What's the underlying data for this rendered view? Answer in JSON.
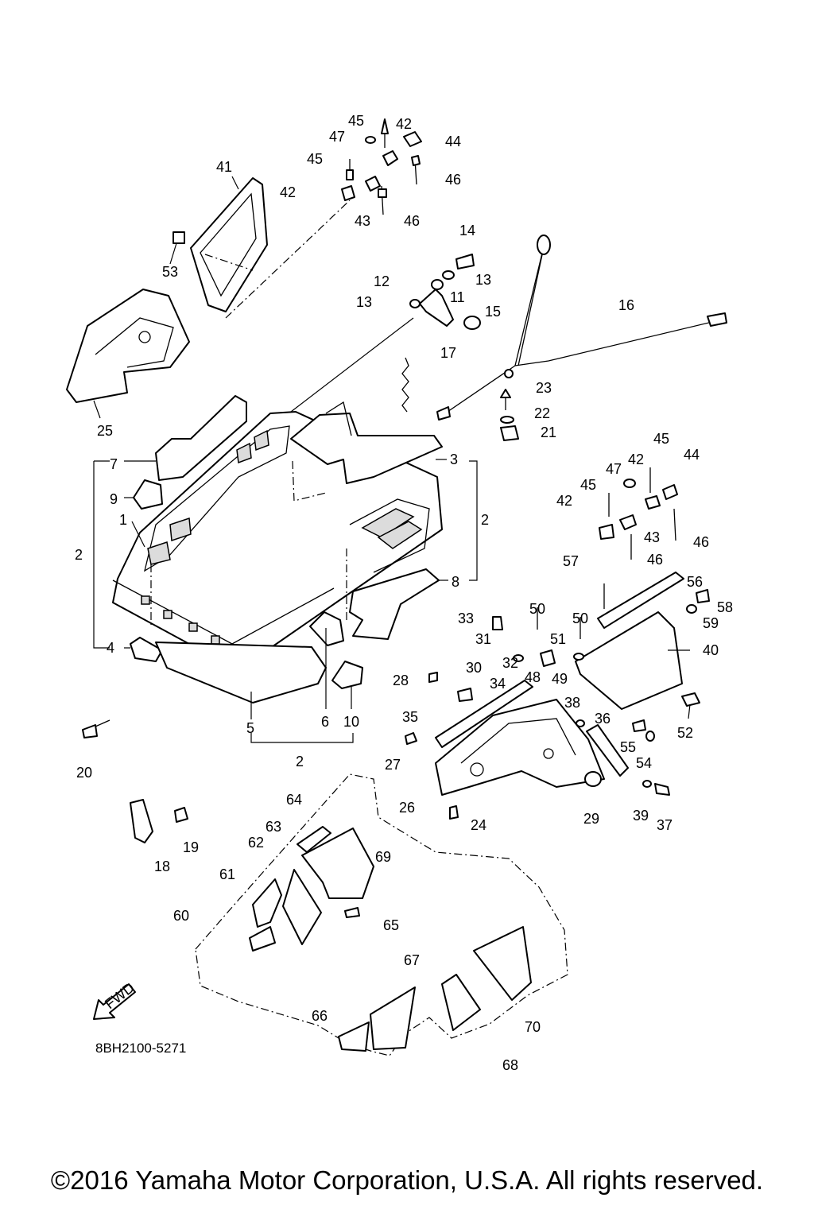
{
  "diagram": {
    "code": "8BH2100-5271",
    "fwd_arrow_label": "FWD",
    "callouts": [
      "1",
      "2",
      "3",
      "4",
      "5",
      "6",
      "7",
      "8",
      "9",
      "10",
      "11",
      "12",
      "13",
      "14",
      "15",
      "16",
      "17",
      "18",
      "19",
      "20",
      "21",
      "22",
      "23",
      "24",
      "25",
      "26",
      "27",
      "28",
      "29",
      "30",
      "31",
      "32",
      "33",
      "34",
      "35",
      "36",
      "37",
      "38",
      "39",
      "40",
      "41",
      "42",
      "43",
      "44",
      "45",
      "46",
      "47",
      "48",
      "49",
      "50",
      "51",
      "52",
      "53",
      "54",
      "55",
      "56",
      "57",
      "58",
      "59",
      "60",
      "61",
      "62",
      "63",
      "64",
      "65",
      "66",
      "67",
      "68",
      "69",
      "70"
    ]
  },
  "footer": {
    "copyright": "©2016 Yamaha Motor Corporation, U.S.A. All rights reserved."
  }
}
